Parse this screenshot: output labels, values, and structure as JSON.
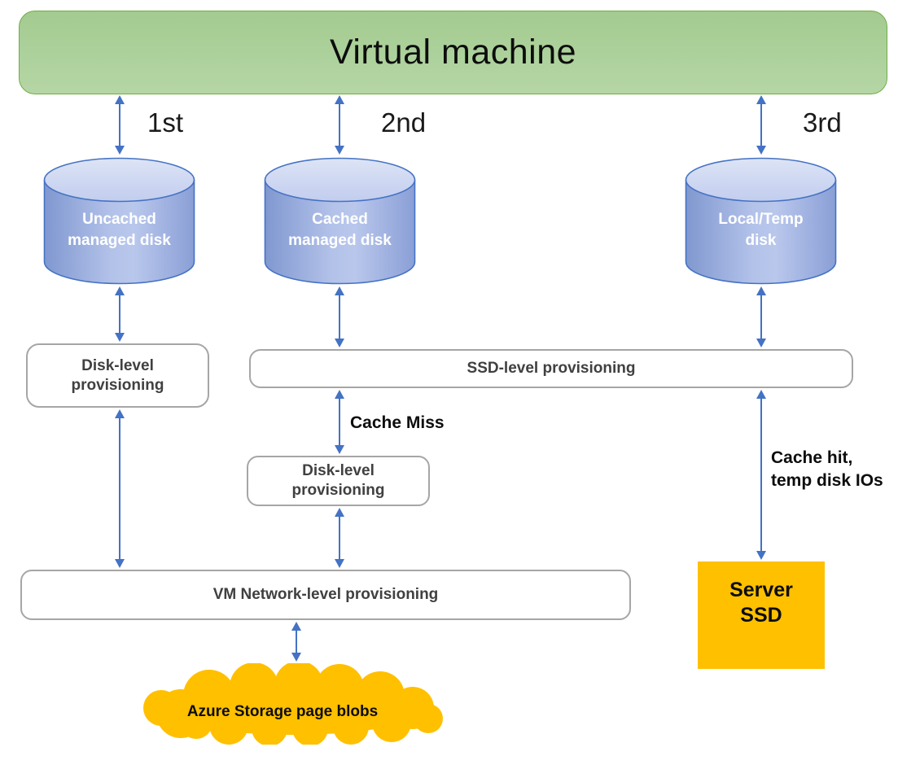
{
  "title": "Virtual machine",
  "rank_labels": [
    "1st",
    "2nd",
    "3rd"
  ],
  "disks": [
    "Uncached managed disk",
    "Cached managed disk",
    "Local/Temp disk"
  ],
  "provisioning": {
    "disk_level_left": "Disk-level provisioning",
    "ssd_level": "SSD-level provisioning",
    "disk_level_mid": "Disk-level provisioning",
    "vm_network_level": "VM Network-level provisioning"
  },
  "flow_labels": {
    "cache_miss": "Cache Miss",
    "cache_hit": "Cache hit, temp disk IOs"
  },
  "server_ssd_label": "Server SSD",
  "cloud_label": "Azure Storage page blobs",
  "colors": {
    "vm_fill_top": "#a3cb90",
    "vm_fill_bottom": "#b5d6a5",
    "vm_border": "#70ad47",
    "arrow": "#4472c4",
    "disk_border": "#4472c4",
    "box_border": "#a6a6a6",
    "box_text": "#404040",
    "accent_orange": "#ffc000"
  }
}
